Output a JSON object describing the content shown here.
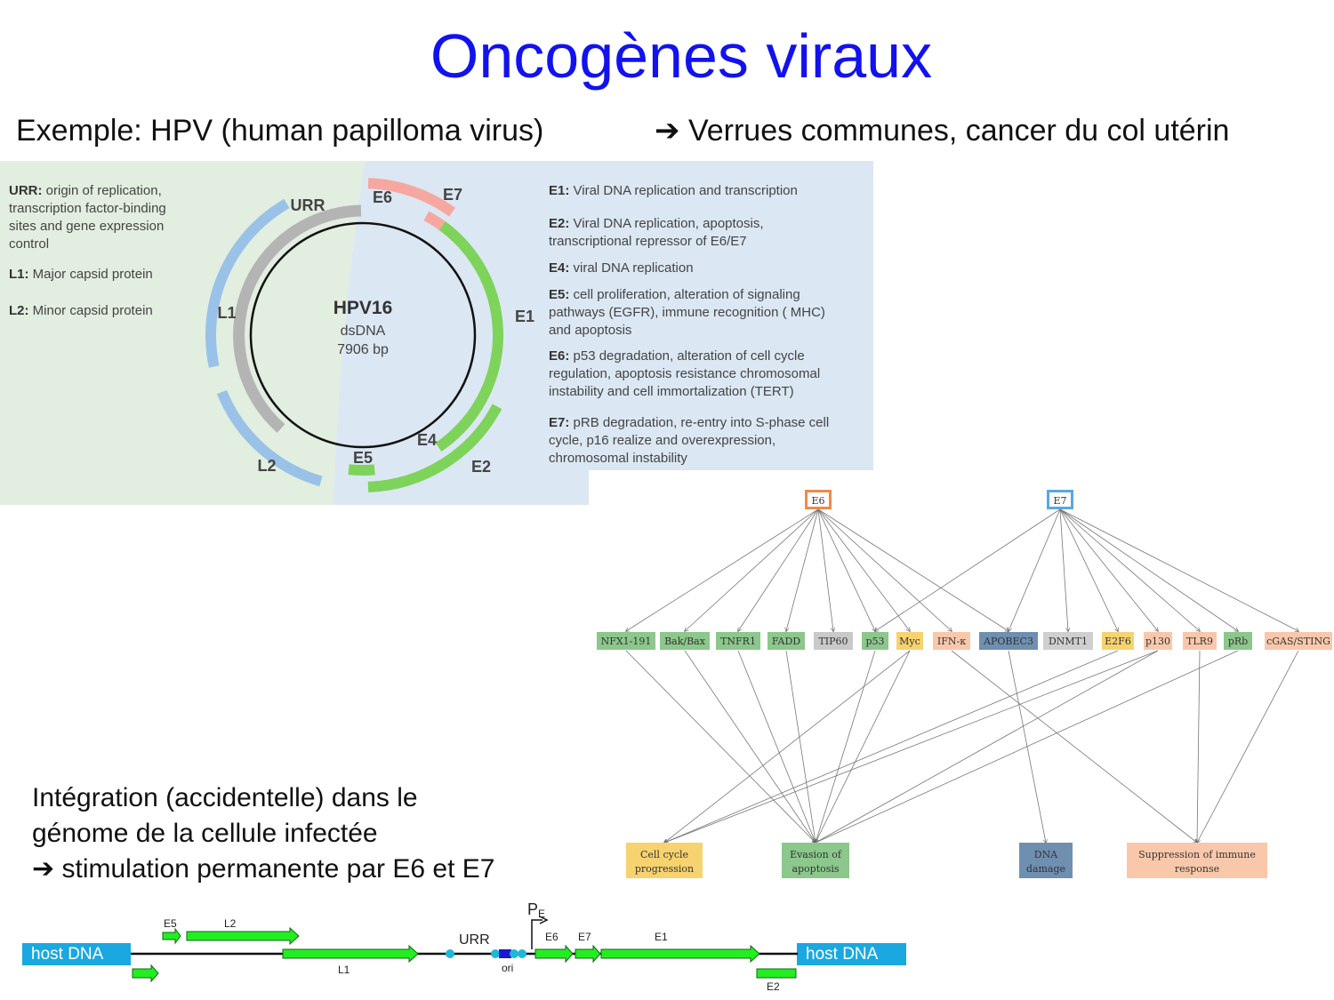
{
  "title": "Oncogènes viraux",
  "subtitle_left": "Exemple: HPV (human papilloma virus)",
  "subtitle_right": "Verrues communes, cancer du col utérin",
  "genome_map": {
    "center_name": "HPV16",
    "center_type": "dsDNA",
    "center_size": "7906 bp",
    "segments": {
      "urr": "URR",
      "e6": "E6",
      "e7": "E7",
      "e1": "E1",
      "e2": "E2",
      "e4": "E4",
      "e5": "E5",
      "l1": "L1",
      "l2": "L2"
    },
    "left_legend": [
      {
        "key": "URR",
        "lines": [
          "origin of replication,",
          "transcription factor-binding",
          "sites and gene expression",
          "control"
        ]
      },
      {
        "key": "L1",
        "lines": [
          "Major capsid protein"
        ]
      },
      {
        "key": "L2",
        "lines": [
          "Minor capsid protein"
        ]
      }
    ],
    "right_legend": [
      {
        "key": "E1",
        "lines": [
          "Viral DNA replication and transcription"
        ]
      },
      {
        "key": "E2",
        "lines": [
          "Viral DNA replication, apoptosis,",
          "transcriptional repressor  of E6/E7"
        ]
      },
      {
        "key": "E4",
        "lines": [
          "viral DNA replication"
        ]
      },
      {
        "key": "E5",
        "lines": [
          "cell proliferation, alteration of signaling",
          "pathways (EGFR), immune recognition ( MHC)",
          "and apoptosis"
        ]
      },
      {
        "key": "E6",
        "lines": [
          "p53 degradation, alteration of cell cycle",
          "regulation, apoptosis resistance chromosomal",
          "instability and cell  immortalization (TERT)"
        ]
      },
      {
        "key": "E7",
        "lines": [
          "pRB degradation, re-entry into S-phase cell",
          "cycle,  p16 realize and overexpression,",
          "chromosomal instability"
        ]
      }
    ],
    "colors": {
      "green_bg": "#e2eedf",
      "blue_bg": "#dbe7f3",
      "urr": "#b4b4b4",
      "early": "#7ed35a",
      "e6e7": "#f6a8a0",
      "late": "#9ac2e8"
    }
  },
  "network": {
    "sources": [
      "E6",
      "E7"
    ],
    "targets": [
      "NFX1-191",
      "Bak/Bax",
      "TNFR1",
      "FADD",
      "TIP60",
      "p53",
      "Myc",
      "IFN-κ",
      "APOBEC3",
      "DNMT1",
      "E2F6",
      "p130",
      "TLR9",
      "pRb",
      "cGAS/STING"
    ],
    "outcomes": [
      [
        "Cell cycle",
        "progression"
      ],
      [
        "Evasion of",
        "apoptosis"
      ],
      [
        "DNA",
        "damage"
      ],
      [
        "Suppression of immune",
        "response"
      ]
    ]
  },
  "integration_text": [
    "Intégration (accidentelle) dans le",
    "génome de la cellule infectée",
    "stimulation permanente par E6 et E7"
  ],
  "linear_map": {
    "host_left": "host DNA",
    "host_right": "host DNA",
    "promoter": "P",
    "promoter_sub": "E",
    "labels": {
      "e5": "E5",
      "l2": "L2",
      "l1": "L1",
      "urr": "URR",
      "ori": "ori",
      "e6": "E6",
      "e7": "E7",
      "e1": "E1",
      "e2": "E2"
    }
  }
}
